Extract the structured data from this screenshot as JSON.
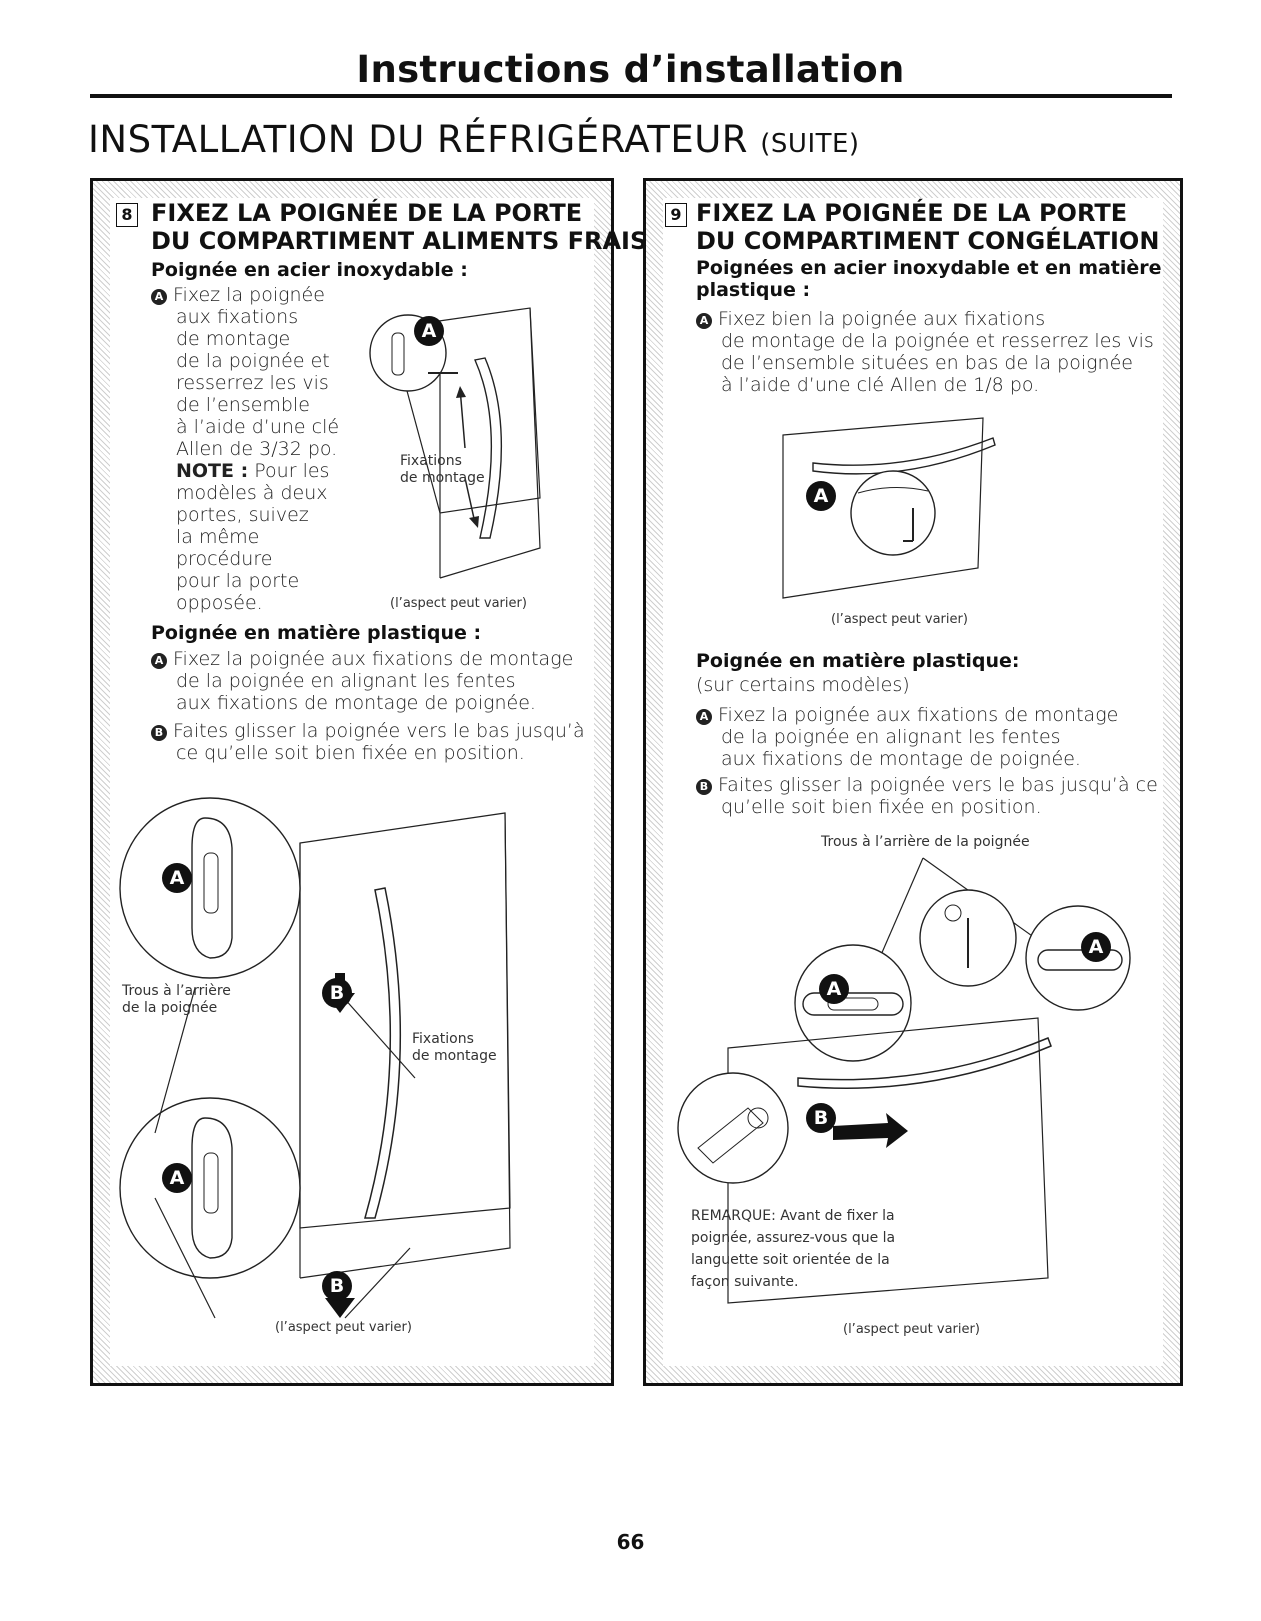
{
  "header": {
    "title": "Instructions d’installation"
  },
  "section": {
    "title": "INSTALLATION DU RÉFRIGÉRATEUR",
    "suffix": "(SUITE)"
  },
  "left": {
    "step_number": "8",
    "title_line1": "FIXEZ LA POIGNÉE DE LA PORTE",
    "title_line2": "DU COMPARTIMENT ALIMENTS FRAIS",
    "steel": {
      "subtitle": "Poignée en acier inoxydable :",
      "bullet": "A",
      "lines": [
        "Fixez la poignée",
        "aux fixations",
        "de montage",
        "de la poignée et",
        "resserrez les vis",
        "de l’ensemble",
        "à l’aide d’une clé",
        "Allen de 3/32 po."
      ],
      "note_label": "NOTE :",
      "note_lines": [
        "Pour les",
        "modèles à deux",
        "portes, suivez",
        "la même",
        "procédure",
        "pour la porte",
        "opposée."
      ]
    },
    "figure1": {
      "label_line1": "Fixations",
      "label_line2": "de montage",
      "caption": "(l’aspect peut varier)",
      "callout": "A"
    },
    "plastic": {
      "subtitle": "Poignée en matière plastique :",
      "a_bullet": "A",
      "a_lines": [
        "Fixez la poignée aux fixations de montage",
        "de la poignée en alignant les fentes",
        "aux fixations de montage de poignée."
      ],
      "b_bullet": "B",
      "b_lines": [
        "Faites glisser la poignée vers le bas jusqu’à",
        "ce qu’elle soit bien fixée en position."
      ]
    },
    "figure2": {
      "holes_line1": "Trous à l’arrière",
      "holes_line2": "de la poignée",
      "fix_line1": "Fixations",
      "fix_line2": "de montage",
      "caption": "(l’aspect peut varier)",
      "callout_a": "A",
      "callout_b": "B"
    }
  },
  "right": {
    "step_number": "9",
    "title_line1": "FIXEZ LA POIGNÉE DE LA PORTE",
    "title_line2": "DU COMPARTIMENT CONGÉLATION",
    "steel": {
      "subtitle_line1": "Poignées en acier inoxydable et en matière",
      "subtitle_line2": "plastique :",
      "bullet": "A",
      "lines": [
        "Fixez bien la poignée aux fixations",
        "de montage de la poignée et resserrez les vis",
        "de l’ensemble situées en bas de la poignée",
        "à l’aide d’une clé Allen de 1/8 po."
      ]
    },
    "figure1": {
      "caption": "(l’aspect peut varier)",
      "callout": "A"
    },
    "plastic": {
      "subtitle": "Poignée en matière plastique:",
      "note": "(sur certains modèles)",
      "a_bullet": "A",
      "a_lines": [
        "Fixez la poignée aux fixations de montage",
        "de la poignée en alignant les fentes",
        "aux fixations de montage de poignée."
      ],
      "b_bullet": "B",
      "b_lines": [
        "Faites glisser la poignée vers le bas jusqu’à ce",
        "qu’elle soit bien fixée en position."
      ]
    },
    "figure2": {
      "holes_label": "Trous à l’arrière de la poignée",
      "remark_lines": [
        "REMARQUE: Avant de fixer la",
        "poignée, assurez-vous que la",
        "languette soit orientée de la",
        "façon suivante."
      ],
      "caption": "(l’aspect peut varier)",
      "callout_a": "A",
      "callout_b": "B"
    }
  },
  "page_number": "66"
}
